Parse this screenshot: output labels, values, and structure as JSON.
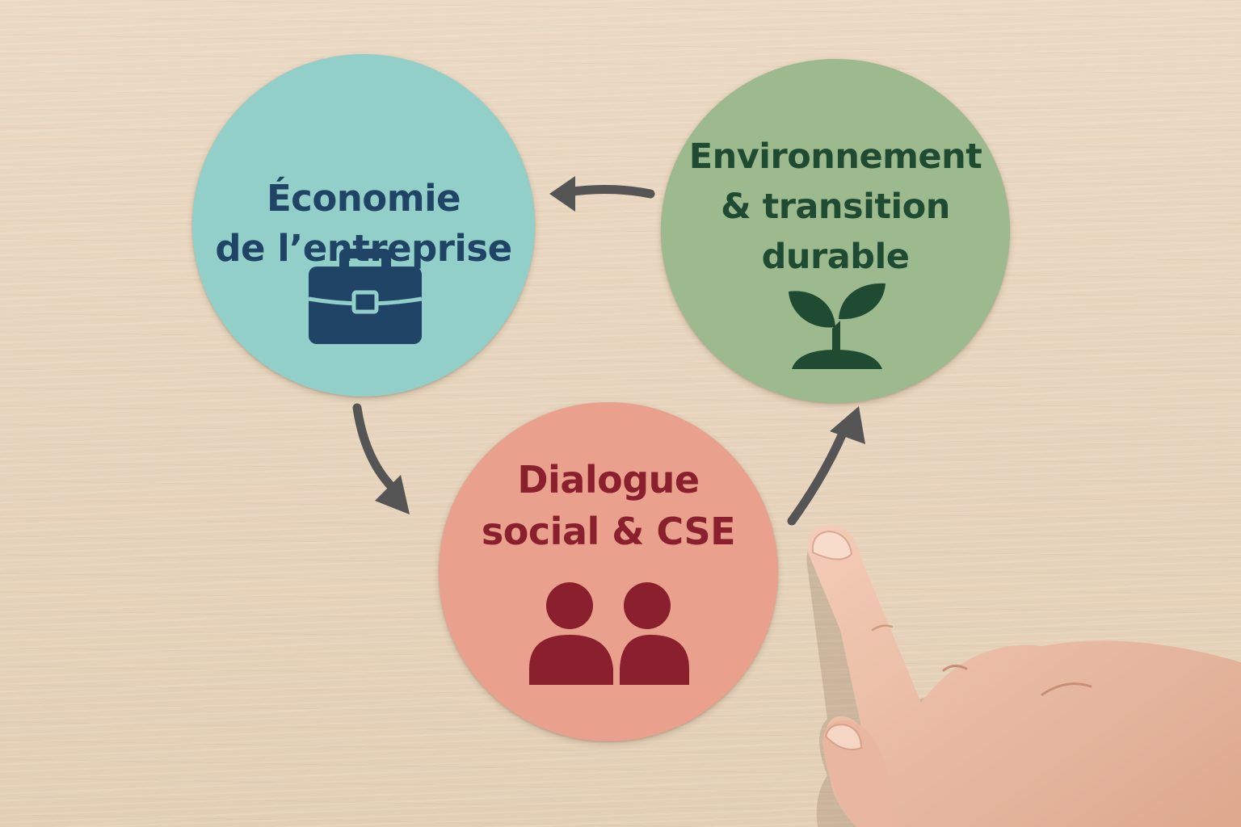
{
  "nodes": [
    {
      "id": "economy",
      "lines": [
        "Économie",
        "de l’entreprise"
      ],
      "icon": "briefcase-icon",
      "fill": "#93cfc9",
      "text_color": "#1f4466",
      "icon_color": "#1f4466"
    },
    {
      "id": "environment",
      "lines": [
        "Environnement",
        "& transition",
        "durable"
      ],
      "icon": "sprout-icon",
      "fill": "#9db98e",
      "text_color": "#1f4b33",
      "icon_color": "#1f4b33"
    },
    {
      "id": "social",
      "lines": [
        "Dialogue",
        "social & CSE"
      ],
      "icon": "people-icon",
      "fill": "#e9a08c",
      "text_color": "#8a1f2e",
      "icon_color": "#8a1f2e"
    }
  ],
  "arrow_color": "#555555",
  "flow": [
    "environment → economy",
    "economy → social",
    "social → environment"
  ],
  "hand": "pointing-hand"
}
